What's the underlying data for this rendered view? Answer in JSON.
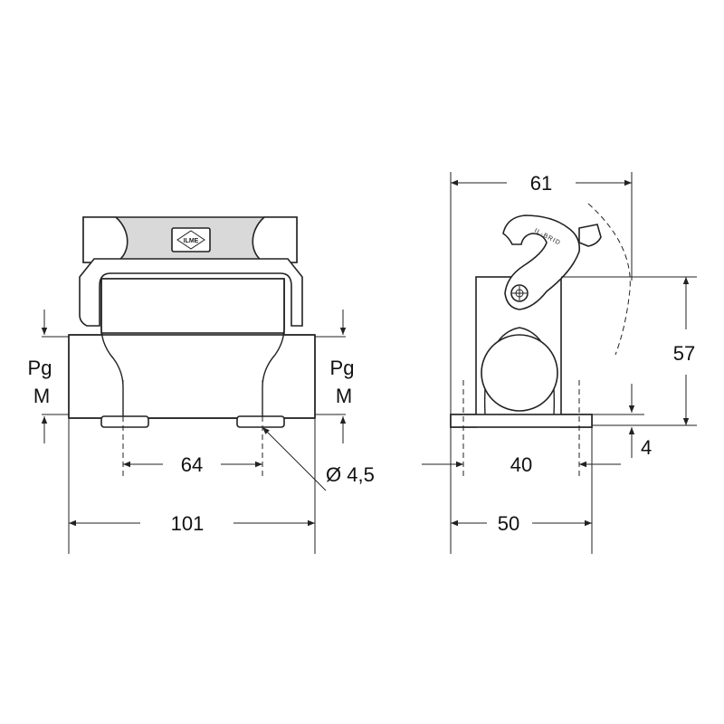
{
  "front_view": {
    "dim_width_outer": "101",
    "dim_width_inner": "64",
    "dim_hole": "Ø 4,5",
    "left_thread_top": "Pg",
    "left_thread_bottom": "M",
    "right_thread_top": "Pg",
    "right_thread_bottom": "M",
    "logo_text": "ILME"
  },
  "side_view": {
    "dim_width_top": "61",
    "dim_height": "57",
    "dim_base_thickness": "4",
    "dim_width_inner": "40",
    "dim_width_outer": "50",
    "lever_text": "IL-BRID"
  },
  "colors": {
    "line": "#222222",
    "background": "#ffffff",
    "shading": "#d9d9d9"
  }
}
